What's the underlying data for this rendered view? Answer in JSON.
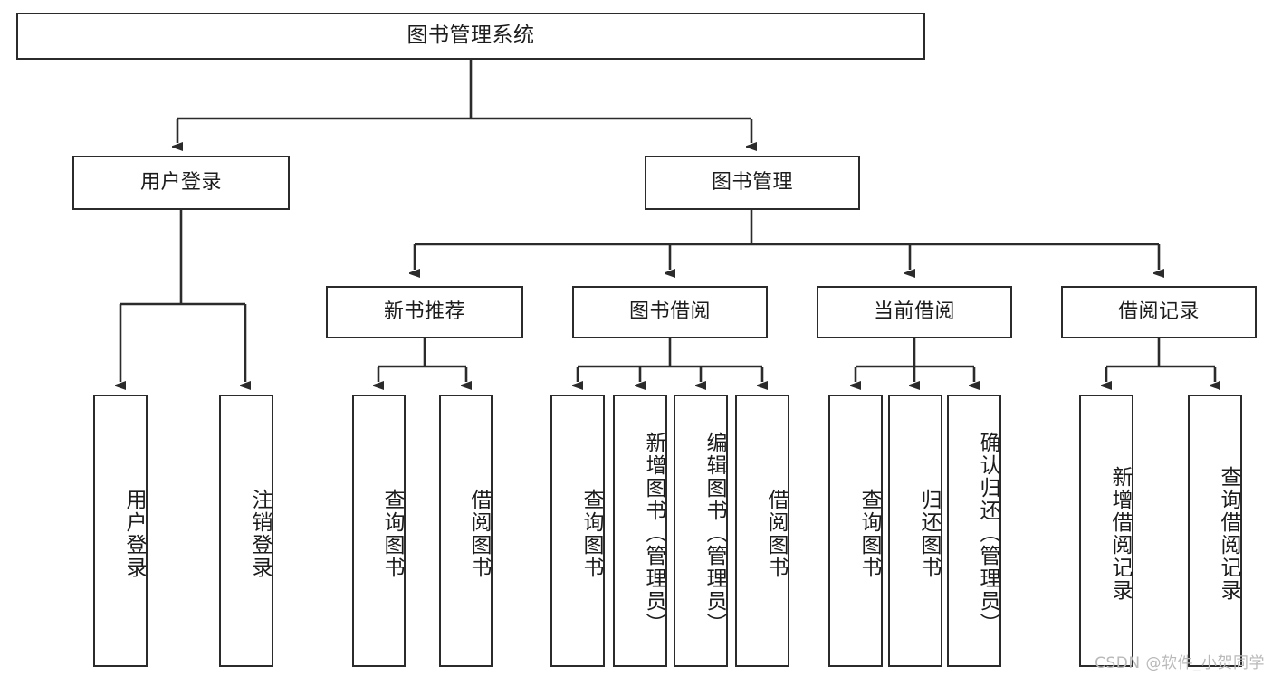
{
  "diagram": {
    "title": "图书管理系统",
    "type": "tree-hierarchy",
    "stroke_color": "#2b2b2b",
    "background_color": "#ffffff",
    "text_color": "#1c1c1c"
  },
  "root": {
    "label": "图书管理系统"
  },
  "level2": {
    "user_login": {
      "label": "用户登录"
    },
    "book_manage": {
      "label": "图书管理"
    }
  },
  "level3": {
    "new_book_recommend": {
      "label": "新书推荐"
    },
    "book_borrow": {
      "label": "图书借阅"
    },
    "current_borrow": {
      "label": "当前借阅"
    },
    "borrow_record": {
      "label": "借阅记录"
    }
  },
  "leaves": {
    "user_login": [
      {
        "label": "用户登录"
      },
      {
        "label": "注销登录"
      }
    ],
    "new_book_recommend": [
      {
        "label": "查询图书"
      },
      {
        "label": "借阅图书"
      }
    ],
    "book_borrow": [
      {
        "label": "查询图书"
      },
      {
        "label": "新增图书（管理员）"
      },
      {
        "label": "编辑图书（管理员）"
      },
      {
        "label": "借阅图书"
      }
    ],
    "current_borrow": [
      {
        "label": "查询图书"
      },
      {
        "label": "归还图书"
      },
      {
        "label": "确认归还（管理员）"
      }
    ],
    "borrow_record": [
      {
        "label": "新增借阅记录"
      },
      {
        "label": "查询借阅记录"
      }
    ]
  },
  "watermark": {
    "text": "CSDN @软件_小贺同学"
  }
}
